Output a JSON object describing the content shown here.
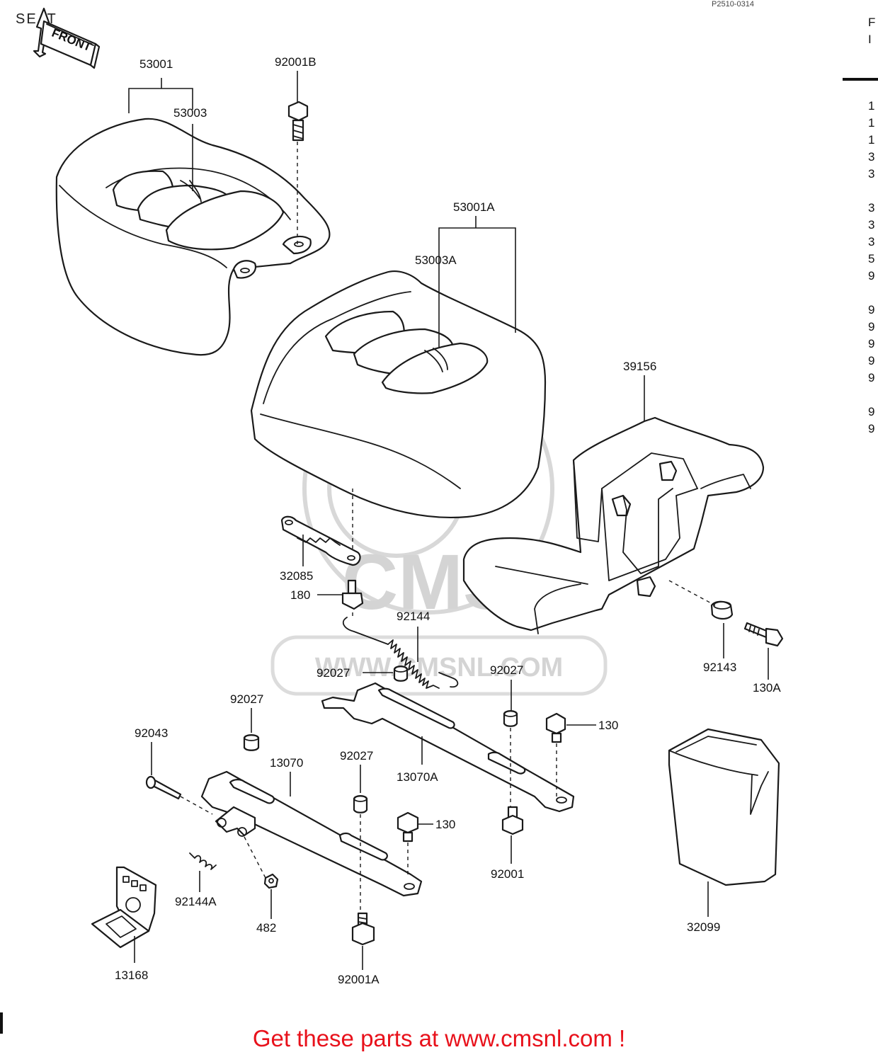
{
  "title": "SEAT",
  "ref_code": "P2510-0314",
  "front_label": "FRONT",
  "watermark": {
    "logo_text": "CMS",
    "url_text": "WWW.CMSNL.COM"
  },
  "promo_text": "Get these parts at www.cmsnl.com !",
  "accent_color": "#e8111b",
  "edge_marks": [
    "F",
    "I",
    "1",
    "1",
    "1",
    "3",
    "3",
    "3",
    "3",
    "3",
    "5",
    "9",
    "9",
    "9",
    "9",
    "9",
    "9",
    "9",
    "9"
  ],
  "labels": {
    "p53001": "53001",
    "p92001B": "92001B",
    "p53003": "53003",
    "p53001A": "53001A",
    "p53003A": "53003A",
    "p39156": "39156",
    "p32085": "32085",
    "p180": "180",
    "p92144": "92144",
    "p92027a": "92027",
    "p92027b": "92027",
    "p92027c": "92027",
    "p92027d": "92027",
    "p92143": "92143",
    "p130A": "130A",
    "p130a": "130",
    "p130b": "130",
    "p92043": "92043",
    "p13070": "13070",
    "p13070A": "13070A",
    "p92001": "92001",
    "p92144A": "92144A",
    "p482": "482",
    "p32099": "32099",
    "p13168": "13168",
    "p92001A": "92001A"
  }
}
